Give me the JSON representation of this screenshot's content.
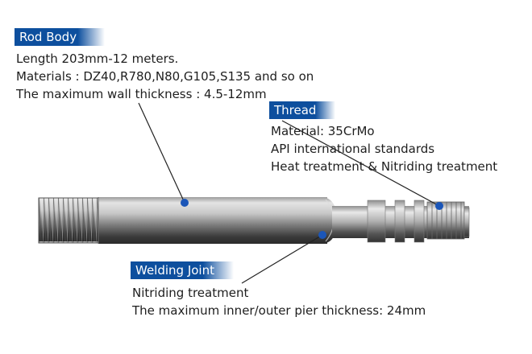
{
  "callouts": {
    "rod_body": {
      "title": "Rod Body",
      "lines": [
        "Length 203mm-12 meters.",
        "Materials : DZ40,R780,N80,G105,S135 and so on",
        "The maximum wall thickness : 4.5-12mm"
      ]
    },
    "thread": {
      "title": "Thread",
      "lines": [
        "Material: 35CrMo",
        "API international standards",
        "Heat treatment & Nitriding treatment"
      ]
    },
    "welding_joint": {
      "title": "Welding Joint",
      "lines": [
        "Nitriding treatment",
        "The maximum inner/outer pier thickness: 24mm"
      ]
    }
  },
  "colors": {
    "tag_background": "#0d4f9e",
    "marker_dot": "#1b56b8",
    "leader_line": "#222222"
  }
}
